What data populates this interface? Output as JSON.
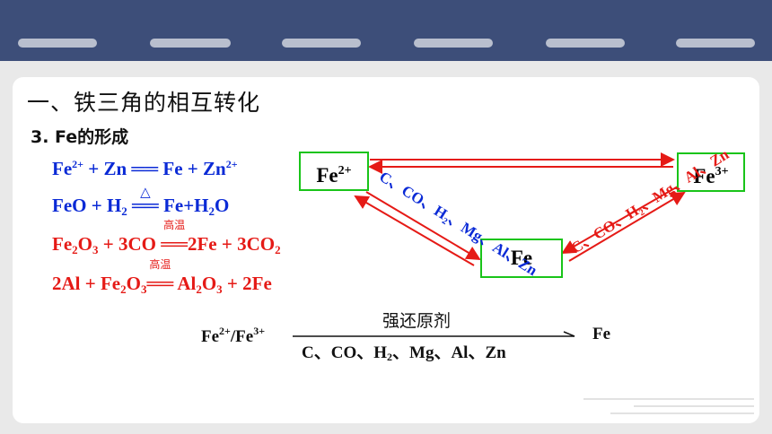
{
  "header": {
    "tabs": [
      "",
      "",
      "",
      "",
      "",
      ""
    ]
  },
  "title": "一、铁三角的相互转化",
  "subtitle": "3. Fe的形成",
  "equations": {
    "eq1": {
      "a": "Fe",
      "a_sup": "2+",
      "b": " + Zn ══ Fe + Zn",
      "b_sup": "2+"
    },
    "eq2": {
      "a": "FeO + H",
      "a_sub": "2",
      "cond": "△",
      "eqsign": "══",
      "b": " Fe+H",
      "b_sub": "2",
      "c": "O"
    },
    "eq3": {
      "a": "Fe",
      "s1": "2",
      "b": "O",
      "s2": "3",
      "c": " + 3CO ",
      "cond": "高温",
      "eqsign": "══",
      "d": "2Fe + 3CO",
      "s3": "2"
    },
    "eq4": {
      "a": "2Al + Fe",
      "s1": "2",
      "b": "O",
      "s2": "3",
      "cond": "高温",
      "eqsign": "══",
      "c": " Al",
      "s3": "2",
      "d": "O",
      "s4": "3",
      "e": " + 2Fe"
    }
  },
  "triangle": {
    "node_fe2": {
      "label": "Fe",
      "sup": "2+"
    },
    "node_fe3": {
      "label": "Fe",
      "sup": "3+"
    },
    "node_fe": {
      "label": "Fe"
    },
    "left_label": "C、CO、H₂、Mg、Al、Zn",
    "right_label": "C、CO、H₂、Mg、Al、Zn",
    "colors": {
      "box_border": "#19c419",
      "arrow": "#e51a16",
      "left_text": "#0a2ad6",
      "right_text": "#e51a16"
    }
  },
  "summary": {
    "left": "Fe",
    "left_sup1": "2+",
    "slash": "/Fe",
    "left_sup2": "3+",
    "above": "强还原剂",
    "below_a": "C、CO、H",
    "below_sub": "2",
    "below_b": "、Mg、Al、Zn",
    "right": "Fe"
  }
}
